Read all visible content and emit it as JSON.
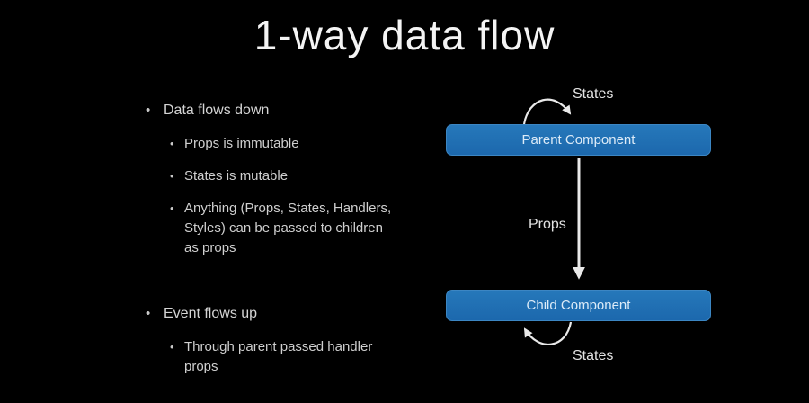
{
  "slide": {
    "title": "1-way data flow"
  },
  "outline": {
    "sections": [
      {
        "heading": "Data flows down",
        "subitems": [
          "Props is immutable",
          "States is mutable",
          "Anything (Props, States, Handlers, Styles) can be passed to children as props"
        ]
      },
      {
        "heading": "Event flows up",
        "subitems": [
          "Through parent passed handler props"
        ]
      }
    ]
  },
  "diagram": {
    "parent_label": "Parent Component",
    "child_label": "Child Component",
    "props_arrow_label": "Props",
    "parent_states_label": "States",
    "child_states_label": "States",
    "box_color": "#1e6fb4",
    "arrow_color": "#e9e9e9",
    "background_color": "#000000"
  }
}
